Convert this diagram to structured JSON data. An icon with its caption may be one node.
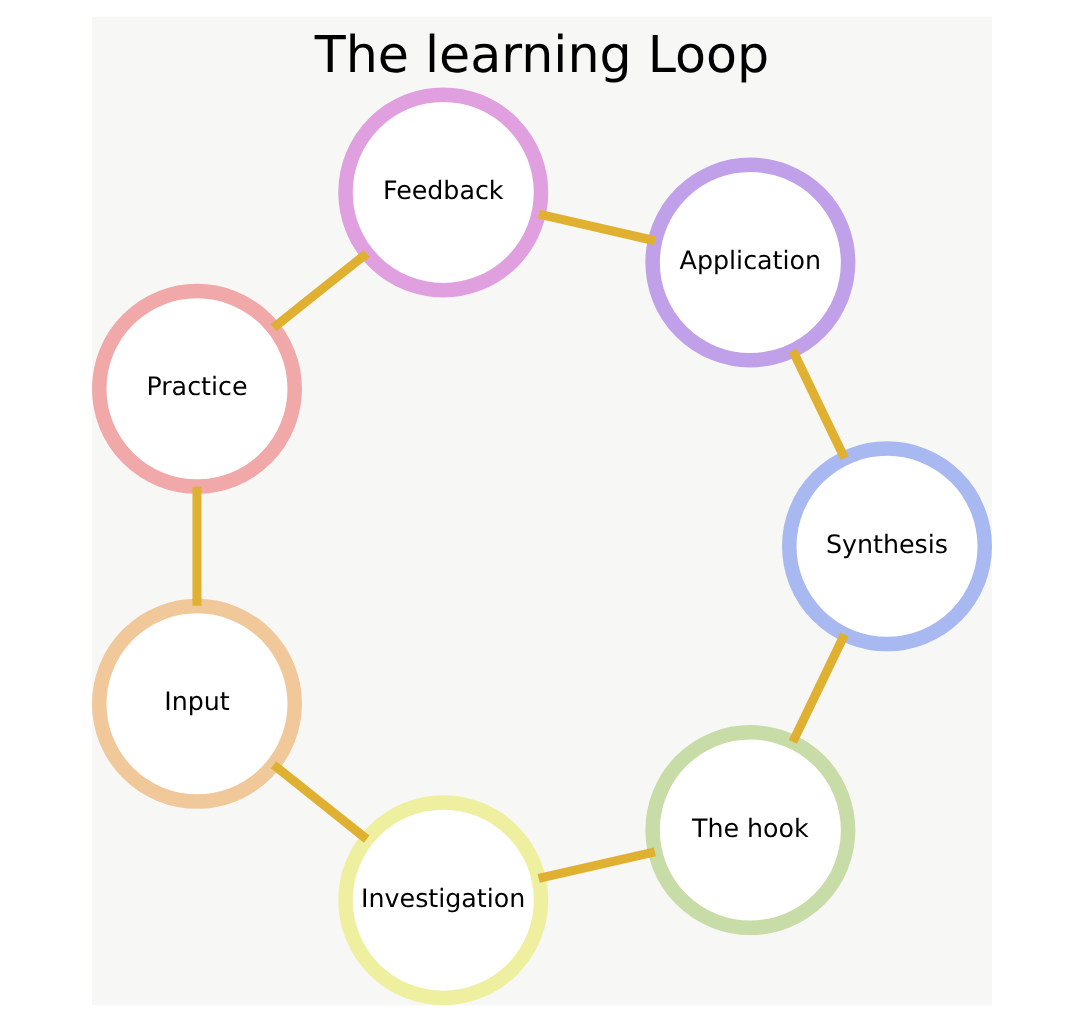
{
  "diagram": {
    "title": "The learning Loop",
    "nodes": [
      {
        "text": [
          "The hook"
        ]
      },
      {
        "text": [
          "Investigation"
        ]
      },
      {
        "text": [
          "Input"
        ]
      },
      {
        "text": [
          "Practice"
        ]
      },
      {
        "text": [
          "Feedback"
        ]
      },
      {
        "text": [
          "Application"
        ]
      },
      {
        "text": [
          "Synthesis"
        ]
      }
    ],
    "edges": [
      {
        "from": 0,
        "to": 1,
        "arrow": "none"
      },
      {
        "from": 1,
        "to": 2,
        "arrow": "none"
      },
      {
        "from": 2,
        "to": 3,
        "arrow": "none"
      },
      {
        "from": 3,
        "to": 4,
        "arrow": "none"
      },
      {
        "from": 4,
        "to": 5,
        "arrow": "none"
      },
      {
        "from": 5,
        "to": 6,
        "arrow": "none"
      },
      {
        "from": 6,
        "to": 0,
        "arrow": "none"
      }
    ]
  }
}
